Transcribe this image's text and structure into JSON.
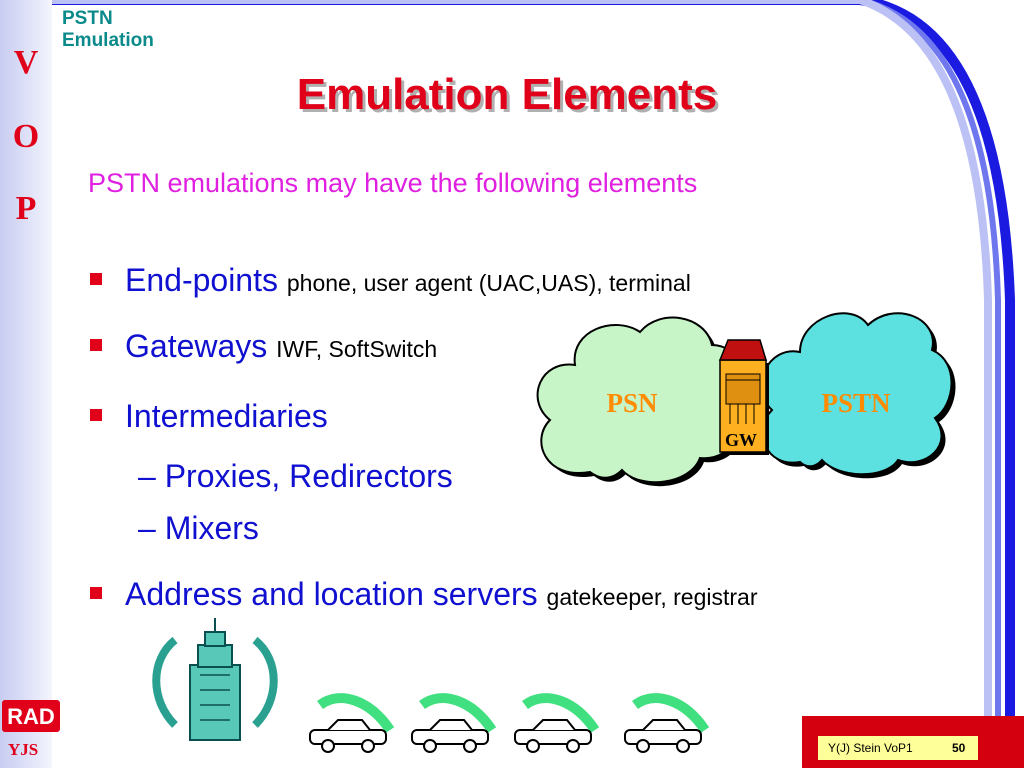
{
  "sidebar": {
    "letters": [
      "V",
      "O",
      "P"
    ],
    "logo_text": "RAD",
    "author": "YJS"
  },
  "header": {
    "section_line1": "PSTN",
    "section_line2": "Emulation"
  },
  "slide": {
    "title": "Emulation Elements",
    "intro": "PSTN emulations may have the following elements",
    "bullets": [
      {
        "main": "End-points",
        "detail": "phone, user agent (UAC,UAS),  terminal"
      },
      {
        "main": "Gateways",
        "detail": "IWF, SoftSwitch"
      },
      {
        "main": "Intermediaries",
        "detail": ""
      },
      {
        "main": "Address and location servers",
        "detail": "gatekeeper, registrar"
      }
    ],
    "subitems": [
      "– Proxies, Redirectors",
      "– Mixers"
    ]
  },
  "diagram": {
    "left_cloud": "PSN",
    "right_cloud": "PSTN",
    "gateway": "GW"
  },
  "footer": {
    "credit": "Y(J) Stein VoP1",
    "page": "50"
  },
  "colors": {
    "accent_red": "#e0001a",
    "bullet_blue": "#1010d0",
    "intro_magenta": "#e020e0",
    "section_teal": "#0a8a8a"
  }
}
